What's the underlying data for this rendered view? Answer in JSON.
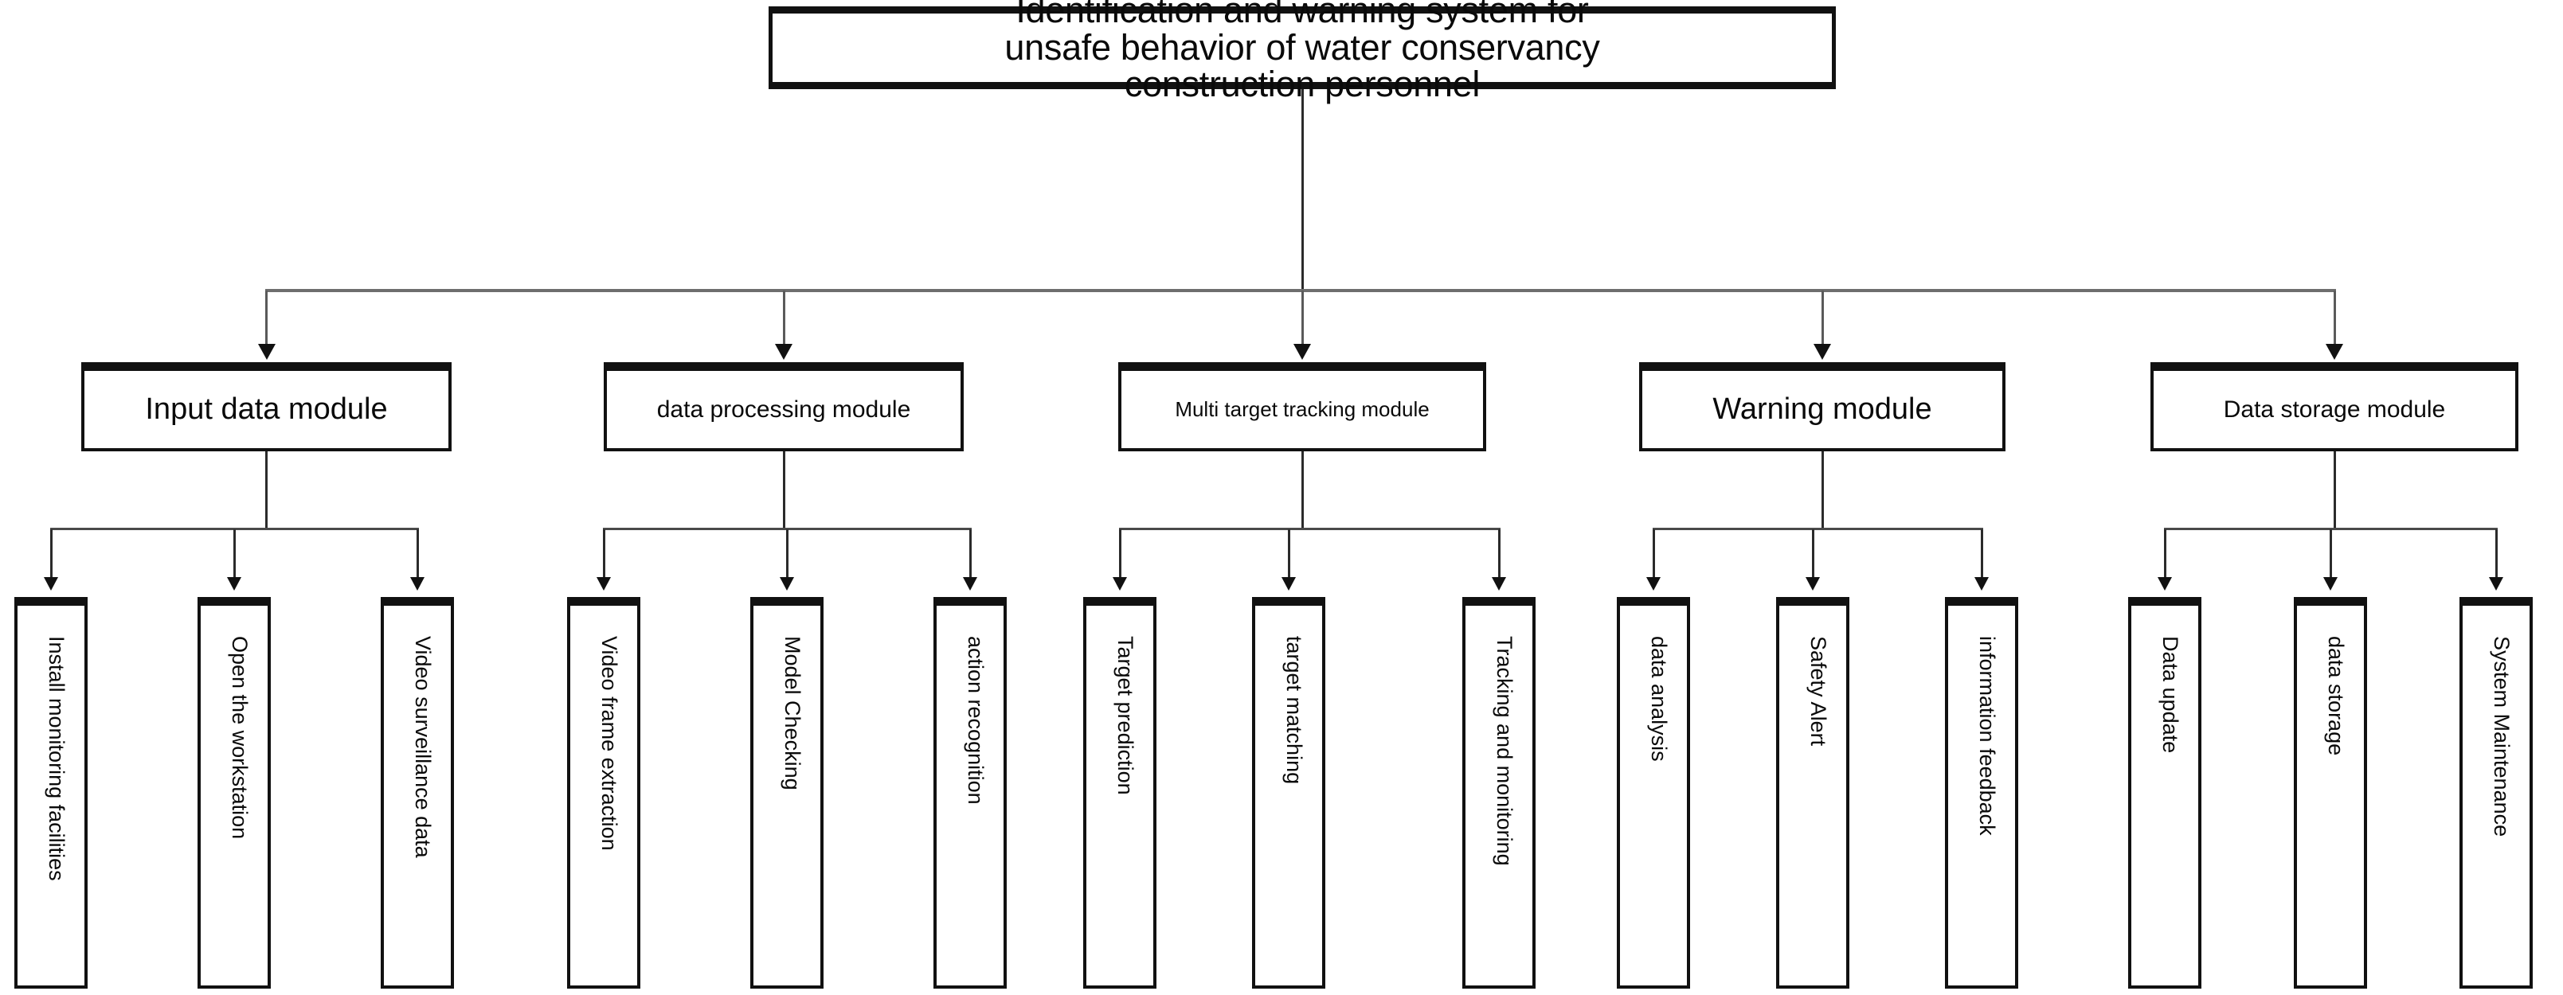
{
  "diagram": {
    "type": "hierarchy-tree",
    "orientation": "top-down",
    "levels": 3,
    "root": {
      "label": "Identification and warning system  for\nunsafe behavior of water conservancy\nconstruction personnel"
    },
    "modules": [
      {
        "label": "Input data module",
        "children": [
          {
            "label": "Install monitoring facilities"
          },
          {
            "label": "Open the workstation"
          },
          {
            "label": "Video surveillance data"
          }
        ]
      },
      {
        "label": "data processing module",
        "children": [
          {
            "label": "Video frame extraction"
          },
          {
            "label": "Model Checking"
          },
          {
            "label": "action recognition"
          }
        ]
      },
      {
        "label": "Multi target tracking module",
        "children": [
          {
            "label": "Target prediction"
          },
          {
            "label": "target matching"
          },
          {
            "label": "Tracking and monitoring"
          }
        ]
      },
      {
        "label": "Warning module",
        "children": [
          {
            "label": "data analysis"
          },
          {
            "label": "Safety Alert"
          },
          {
            "label": "information feedback"
          }
        ]
      },
      {
        "label": "Data storage module",
        "children": [
          {
            "label": "Data update"
          },
          {
            "label": "data storage"
          },
          {
            "label": "System Maintenance"
          }
        ]
      }
    ],
    "colors": {
      "box_border": "#111111",
      "box_fill": "#ffffff",
      "connector_line": "#2b2b2b",
      "bus_line": "#6e6e6e",
      "arrow_fill": "#111111",
      "text": "#0a0a0a",
      "background": "#ffffff"
    }
  }
}
